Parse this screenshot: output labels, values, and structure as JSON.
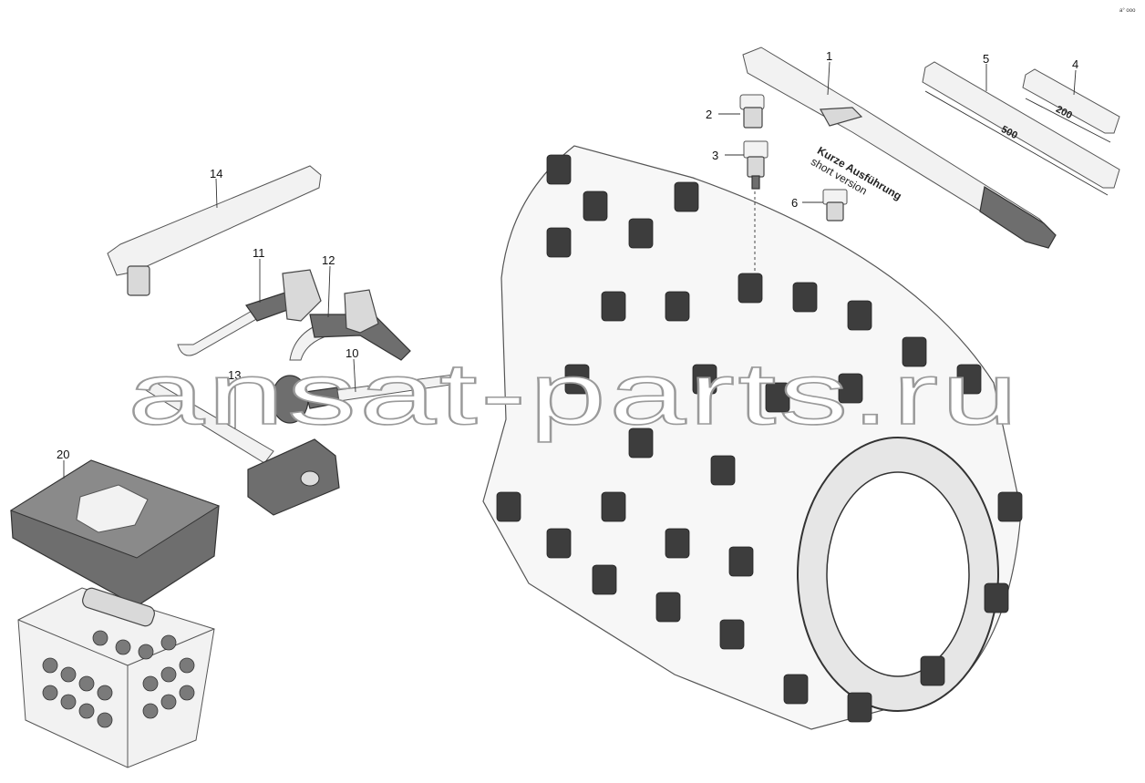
{
  "corner_mark": "a° ooo",
  "watermark": "ansat-parts.ru",
  "note": {
    "line1": "Kurze Ausführung",
    "line2": "short version"
  },
  "dimensions": {
    "short_bar": "200",
    "long_bar": "500"
  },
  "callouts": {
    "c1": "1",
    "c2": "2",
    "c3": "3",
    "c4": "4",
    "c5": "5",
    "c6": "6",
    "c10": "10",
    "c11": "11",
    "c12": "12",
    "c13": "13",
    "c14": "14",
    "c20": "20"
  }
}
